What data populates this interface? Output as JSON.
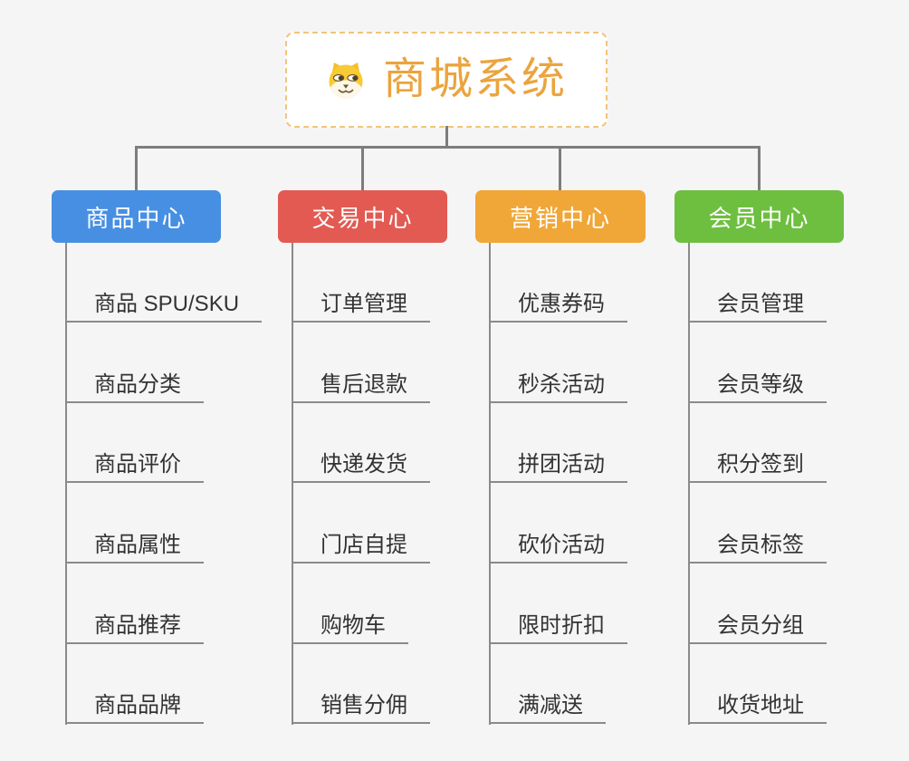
{
  "canvas": {
    "background_color": "#f5f5f6",
    "connector_color": "#7d7d7d",
    "underline_color": "#8a8a8a",
    "leaf_text_color": "#333333"
  },
  "root": {
    "title": "商城系统",
    "icon": "shiba-dog-face-icon",
    "title_color": "#eba43e",
    "border_color": "#f2c47a",
    "background": "#ffffff"
  },
  "branches": [
    {
      "label": "商品中心",
      "color": "#478fe2",
      "children": [
        "商品 SPU/SKU",
        "商品分类",
        "商品评价",
        "商品属性",
        "商品推荐",
        "商品品牌"
      ]
    },
    {
      "label": "交易中心",
      "color": "#e25a52",
      "children": [
        "订单管理",
        "售后退款",
        "快递发货",
        "门店自提",
        "购物车",
        "销售分佣"
      ]
    },
    {
      "label": "营销中心",
      "color": "#f0a737",
      "children": [
        "优惠券码",
        "秒杀活动",
        "拼团活动",
        "砍价活动",
        "限时折扣",
        "满减送"
      ]
    },
    {
      "label": "会员中心",
      "color": "#6ebf40",
      "children": [
        "会员管理",
        "会员等级",
        "积分签到",
        "会员标签",
        "会员分组",
        "收货地址"
      ]
    }
  ]
}
